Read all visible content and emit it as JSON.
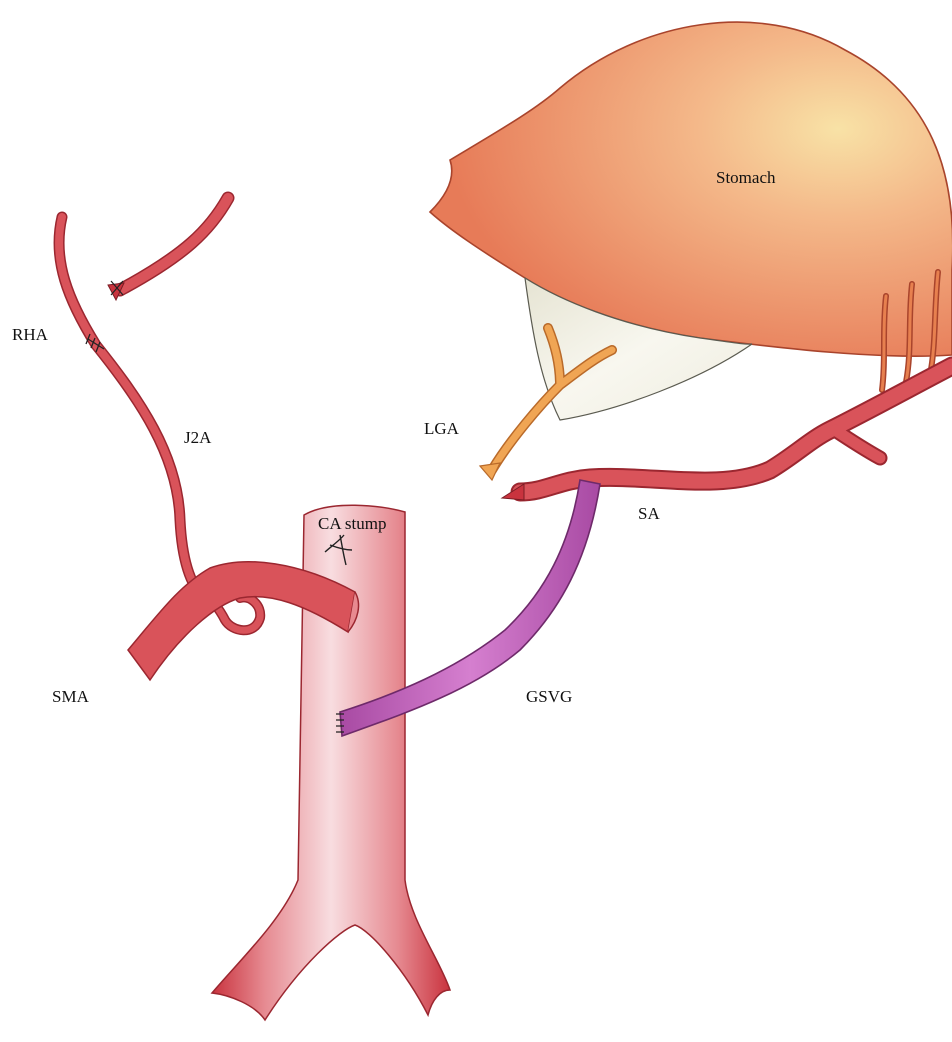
{
  "labels": {
    "stomach": "Stomach",
    "rha": "RHA",
    "j2a": "J2A",
    "lga": "LGA",
    "ca_stump": "CA stump",
    "sa": "SA",
    "sma": "SMA",
    "gsvg": "GSVG"
  },
  "colors": {
    "artery": "#d9535a",
    "artery_edge": "#9b2730",
    "aorta_center": "#f8dde0",
    "stomach": "#ec8a65",
    "stomach_highlight": "#f8e0a3",
    "stomach_edge": "#a9442c",
    "omentum": "#f4f2e6",
    "lga": "#f0a554",
    "graft": "#c666c0",
    "graft_edge": "#6e2a6a",
    "suture": "#222222"
  }
}
